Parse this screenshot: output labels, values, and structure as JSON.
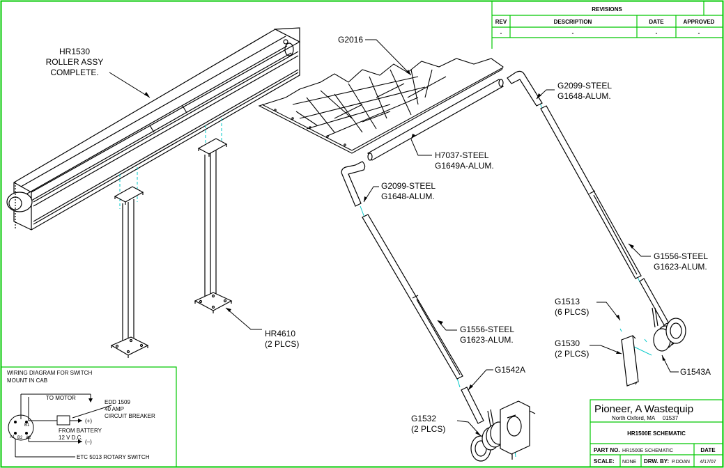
{
  "revisions": {
    "title": "REVISIONS",
    "headers": {
      "rev": "REV",
      "description": "DESCRIPTION",
      "date": "DATE",
      "approved": "APPROVED"
    },
    "row": {
      "rev": "-",
      "description": "-",
      "date": "-",
      "approved": "-"
    }
  },
  "callouts": {
    "g2016": "G2016",
    "hr1530": [
      "HR1530",
      "ROLLER ASSY",
      "COMPLETE."
    ],
    "g2099_top": [
      "G2099-STEEL",
      "G1648-ALUM."
    ],
    "h7037": [
      "H7037-STEEL",
      "G1649A-ALUM."
    ],
    "g2099_left": [
      "G2099-STEEL",
      "G1648-ALUM."
    ],
    "g1556_right": [
      "G1556-STEEL",
      "G1623-ALUM."
    ],
    "g1556_left": [
      "G1556-STEEL",
      "G1623-ALUM."
    ],
    "hr4610": [
      "HR4610",
      "(2 PLCS)"
    ],
    "g1513": [
      "G1513",
      "(6 PLCS)"
    ],
    "g1530": [
      "G1530",
      "(2 PLCS)"
    ],
    "g1543a": "G1543A",
    "g1542a": "G1542A",
    "g1532": [
      "G1532",
      "(2 PLCS)"
    ]
  },
  "wiring": {
    "title": [
      "WIRING DIAGRAM FOR SWITCH",
      "MOUNT IN CAB"
    ],
    "to_motor": "TO MOTOR",
    "breaker": [
      "EDD 1509",
      "40 AMP",
      "CIRCUIT BREAKER"
    ],
    "plus": "(+)",
    "battery": [
      "FROM BATTERY",
      "12 V D.C."
    ],
    "minus": "(–)",
    "switch": "ETC 5013 ROTARY SWITCH",
    "terminals": [
      "B1",
      "A1",
      "B2",
      "A2"
    ]
  },
  "titleblock": {
    "company": "Pioneer, A Wastequip",
    "address": "North Oxford, MA     01537",
    "drawing_title": "HR1500E SCHEMATIC",
    "part_no_label": "PART NO.",
    "part_no": "HR1500E SCHEMATIC",
    "date_label": "DATE",
    "scale_label": "SCALE:",
    "scale": "NONE",
    "drawn_by_label": "DRW. BY:",
    "drawn_by": "P.DOAN",
    "date": "4/17/07"
  },
  "colors": {
    "border": "#00c800",
    "lines": "#000000",
    "centerline": "#00c8c8"
  }
}
